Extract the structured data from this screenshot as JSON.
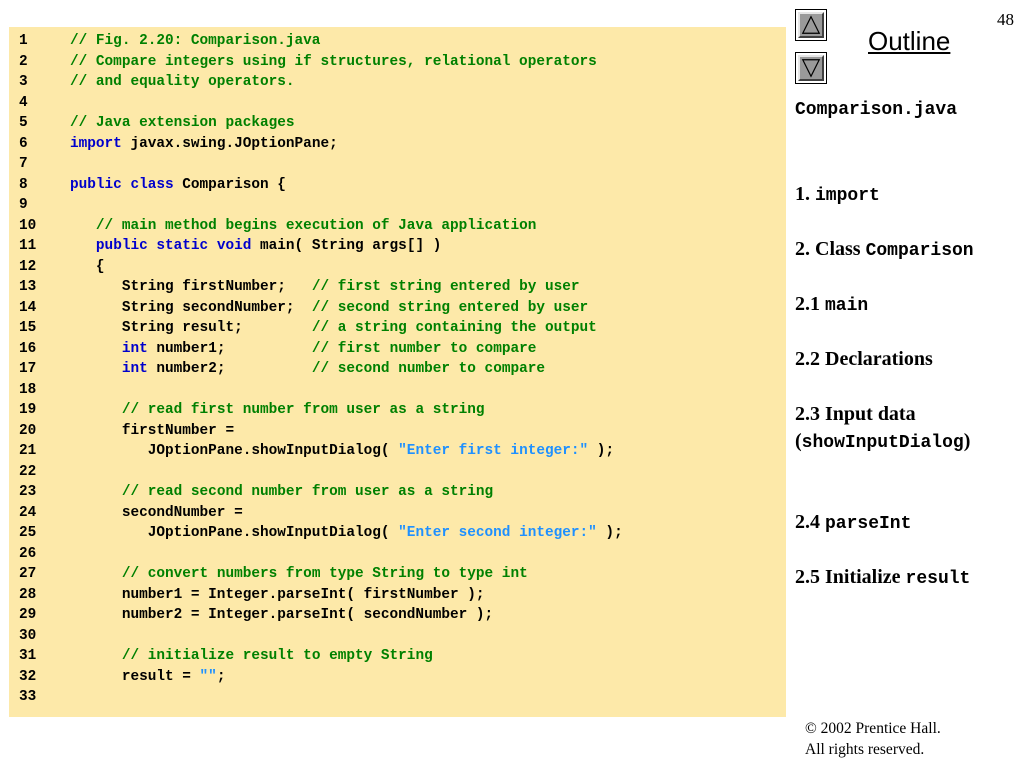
{
  "slide": {
    "page_number": "48"
  },
  "sidebar": {
    "outline_title": "Outline",
    "up_button_icon": "triangle-up-icon",
    "down_button_icon": "triangle-down-icon",
    "filename": "Comparison.java",
    "items": [
      {
        "prefix": "1. ",
        "mono": "import",
        "suffix": ""
      },
      {
        "prefix": "2. Class ",
        "mono": "Comparison",
        "suffix": ""
      },
      {
        "prefix": "2.1 ",
        "mono": "main",
        "suffix": ""
      },
      {
        "prefix": "2.2 Declarations",
        "mono": "",
        "suffix": ""
      },
      {
        "prefix": "2.3 Input data (",
        "mono": "showInputDialog",
        "suffix": ")"
      },
      {
        "prefix": "2.4 ",
        "mono": "parseInt",
        "suffix": ""
      },
      {
        "prefix": "2.5 Initialize ",
        "mono": "result",
        "suffix": ""
      }
    ]
  },
  "footer": {
    "copyright": "© 2002 Prentice Hall.",
    "rights": "All rights reserved."
  },
  "colors": {
    "code_background": "#fde9a9",
    "comment": "#008000",
    "keyword": "#0000cc",
    "string": "#1e90ff"
  },
  "code_lines": [
    {
      "num": "1",
      "tokens": [
        [
          "comment",
          "// Fig. 2.20: Comparison.java"
        ]
      ]
    },
    {
      "num": "2",
      "tokens": [
        [
          "comment",
          "// Compare integers using if structures, relational operators"
        ]
      ]
    },
    {
      "num": "3",
      "tokens": [
        [
          "comment",
          "// and equality operators."
        ]
      ]
    },
    {
      "num": "4",
      "tokens": []
    },
    {
      "num": "5",
      "tokens": [
        [
          "comment",
          "// Java extension packages"
        ]
      ]
    },
    {
      "num": "6",
      "tokens": [
        [
          "keyword",
          "import"
        ],
        [
          "plain",
          " javax.swing.JOptionPane;"
        ]
      ]
    },
    {
      "num": "7",
      "tokens": []
    },
    {
      "num": "8",
      "tokens": [
        [
          "keyword",
          "public class"
        ],
        [
          "plain",
          " Comparison {"
        ]
      ]
    },
    {
      "num": "9",
      "tokens": []
    },
    {
      "num": "10",
      "tokens": [
        [
          "plain",
          "   "
        ],
        [
          "comment",
          "// main method begins execution of Java application"
        ]
      ]
    },
    {
      "num": "11",
      "tokens": [
        [
          "plain",
          "   "
        ],
        [
          "keyword",
          "public static void"
        ],
        [
          "plain",
          " main( String args[] )"
        ]
      ]
    },
    {
      "num": "12",
      "tokens": [
        [
          "plain",
          "   {"
        ]
      ]
    },
    {
      "num": "13",
      "tokens": [
        [
          "plain",
          "      String firstNumber;   "
        ],
        [
          "comment",
          "// first string entered by user"
        ]
      ]
    },
    {
      "num": "14",
      "tokens": [
        [
          "plain",
          "      String secondNumber;  "
        ],
        [
          "comment",
          "// second string entered by user"
        ]
      ]
    },
    {
      "num": "15",
      "tokens": [
        [
          "plain",
          "      String result;        "
        ],
        [
          "comment",
          "// a string containing the output"
        ]
      ]
    },
    {
      "num": "16",
      "tokens": [
        [
          "plain",
          "      "
        ],
        [
          "keyword",
          "int"
        ],
        [
          "plain",
          " number1;          "
        ],
        [
          "comment",
          "// first number to compare"
        ]
      ]
    },
    {
      "num": "17",
      "tokens": [
        [
          "plain",
          "      "
        ],
        [
          "keyword",
          "int"
        ],
        [
          "plain",
          " number2;          "
        ],
        [
          "comment",
          "// second number to compare"
        ]
      ]
    },
    {
      "num": "18",
      "tokens": []
    },
    {
      "num": "19",
      "tokens": [
        [
          "plain",
          "      "
        ],
        [
          "comment",
          "// read first number from user as a string"
        ]
      ]
    },
    {
      "num": "20",
      "tokens": [
        [
          "plain",
          "      firstNumber ="
        ]
      ]
    },
    {
      "num": "21",
      "tokens": [
        [
          "plain",
          "         JOptionPane.showInputDialog( "
        ],
        [
          "string",
          "\"Enter first integer:\""
        ],
        [
          "plain",
          " );"
        ]
      ]
    },
    {
      "num": "22",
      "tokens": []
    },
    {
      "num": "23",
      "tokens": [
        [
          "plain",
          "      "
        ],
        [
          "comment",
          "// read second number from user as a string"
        ]
      ]
    },
    {
      "num": "24",
      "tokens": [
        [
          "plain",
          "      secondNumber ="
        ]
      ]
    },
    {
      "num": "25",
      "tokens": [
        [
          "plain",
          "         JOptionPane.showInputDialog( "
        ],
        [
          "string",
          "\"Enter second integer:\""
        ],
        [
          "plain",
          " );"
        ]
      ]
    },
    {
      "num": "26",
      "tokens": []
    },
    {
      "num": "27",
      "tokens": [
        [
          "plain",
          "      "
        ],
        [
          "comment",
          "// convert numbers from type String to type int"
        ]
      ]
    },
    {
      "num": "28",
      "tokens": [
        [
          "plain",
          "      number1 = Integer.parseInt( firstNumber );"
        ]
      ]
    },
    {
      "num": "29",
      "tokens": [
        [
          "plain",
          "      number2 = Integer.parseInt( secondNumber );"
        ]
      ]
    },
    {
      "num": "30",
      "tokens": []
    },
    {
      "num": "31",
      "tokens": [
        [
          "plain",
          "      "
        ],
        [
          "comment",
          "// initialize result to empty String"
        ]
      ]
    },
    {
      "num": "32",
      "tokens": [
        [
          "plain",
          "      result = "
        ],
        [
          "string",
          "\"\""
        ],
        [
          "plain",
          ";"
        ]
      ]
    },
    {
      "num": "33",
      "tokens": []
    }
  ]
}
